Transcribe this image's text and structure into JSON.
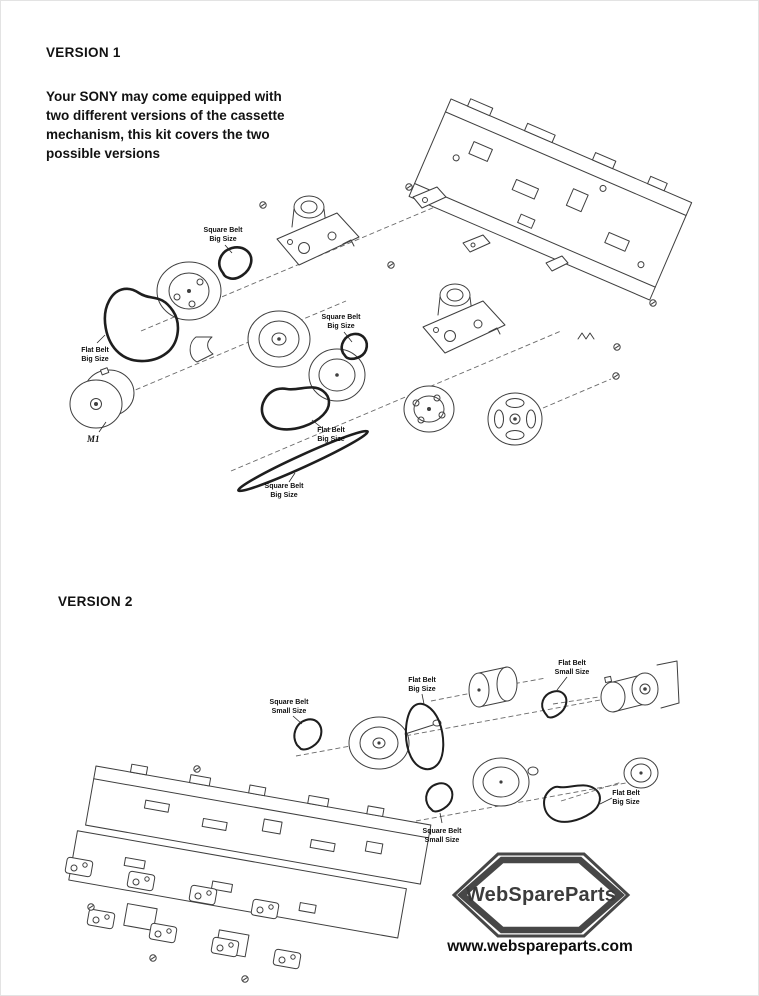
{
  "colors": {
    "ink": "#161616",
    "line_art": "#3f3f3f",
    "belt": "#1e1e1e",
    "logo_gray": "#474747"
  },
  "version1": {
    "title": "VERSION 1",
    "description_lines": [
      "Your SONY may come equipped with",
      "two different versions of the cassette",
      "mechanism, this kit covers the two",
      "possible versions"
    ],
    "motor_label": "M1",
    "labels": {
      "square_belt_top": {
        "line1": "Square Belt",
        "line2": "Big Size"
      },
      "flat_belt_left": {
        "line1": "Flat Belt",
        "line2": "Big Size"
      },
      "square_belt_mid": {
        "line1": "Square Belt",
        "line2": "Big Size"
      },
      "flat_belt_mid": {
        "line1": "Flat Belt",
        "line2": "Big Size"
      },
      "square_belt_long": {
        "line1": "Square Belt",
        "line2": "Big Size"
      }
    }
  },
  "version2": {
    "title": "VERSION 2",
    "labels": {
      "square_belt_small_left": {
        "line1": "Square Belt",
        "line2": "Small Size"
      },
      "flat_belt_big_top": {
        "line1": "Flat Belt",
        "line2": "Big Size"
      },
      "flat_belt_small": {
        "line1": "Flat Belt",
        "line2": "Small Size"
      },
      "square_belt_small_bottom": {
        "line1": "Square Belt",
        "line2": "Small Size"
      },
      "flat_belt_big_right": {
        "line1": "Flat Belt",
        "line2": "Big Size"
      }
    }
  },
  "footer": {
    "brand": "WebSpareParts",
    "url": "www.webspareparts.com"
  }
}
